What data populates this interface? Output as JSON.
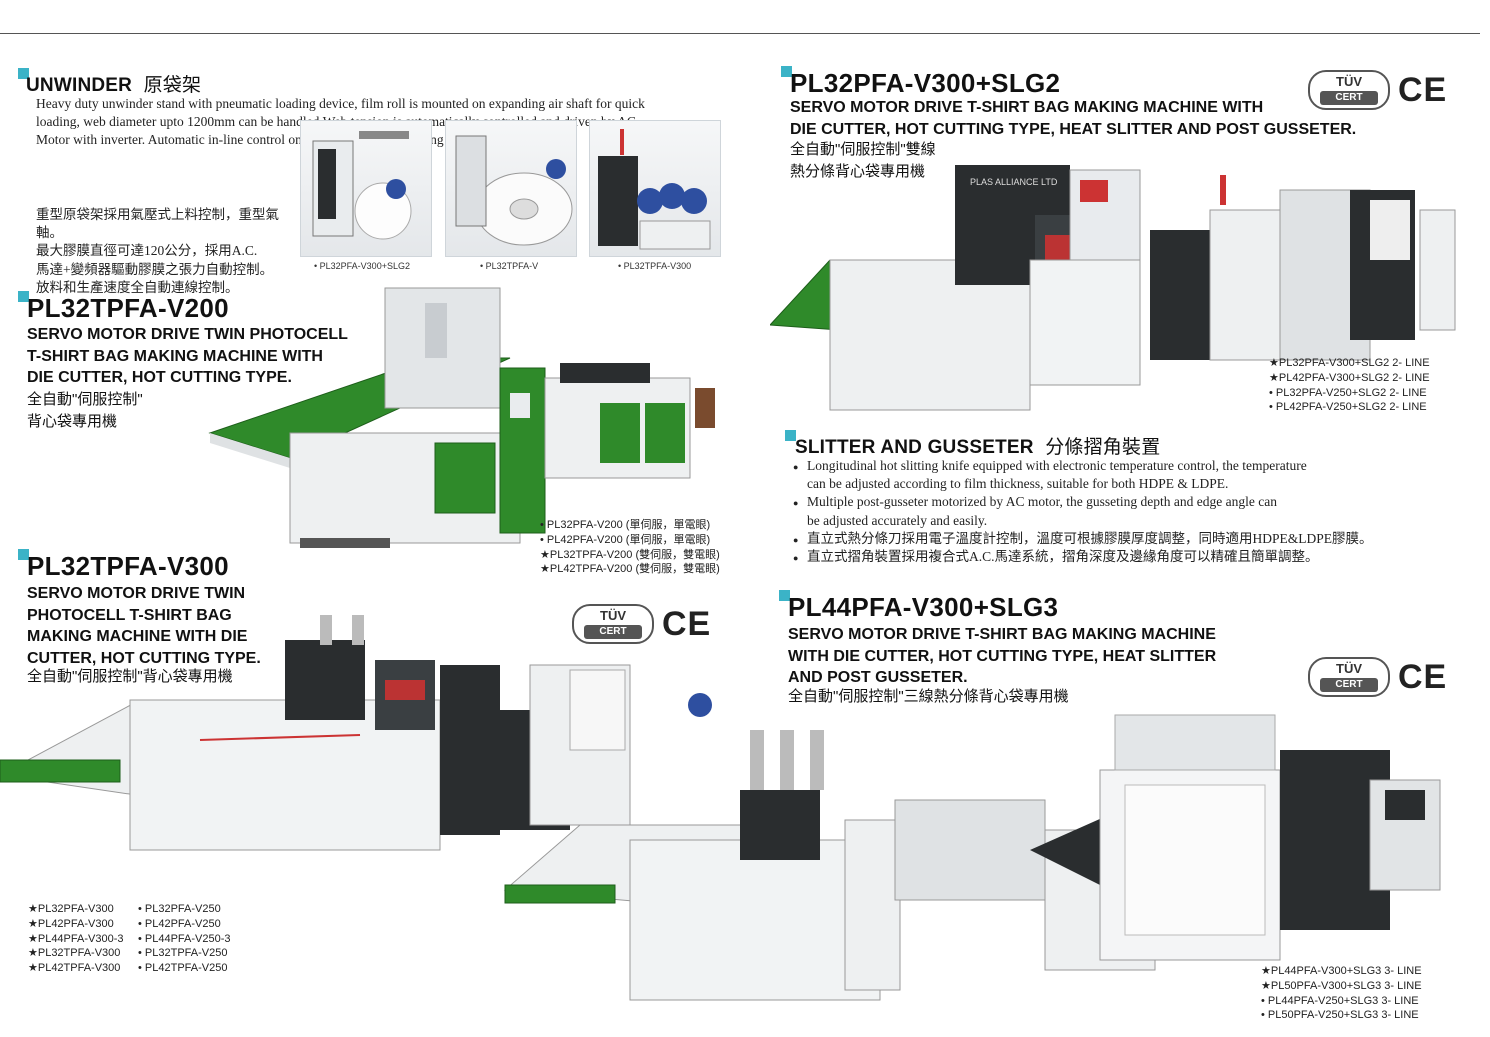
{
  "unwinder": {
    "title": "UNWINDER",
    "title_cn": "原袋架",
    "desc_en": "Heavy duty unwinder stand with pneumatic loading device, film roll is mounted on expanding air shaft for quick loading, web diameter upto 1200mm can be handled.Web tension is automatically controlled and driven by AC Motor with inverter. Automatic in-line control on unwinding & bag making speed.",
    "desc_cn": [
      "重型原袋架採用氣壓式上料控制，重型氣軸。",
      "最大膠膜直徑可達120公分，採用A.C.",
      "馬達+變頻器驅動膠膜之張力自動控制。",
      "放料和生產速度全自動連線控制。"
    ],
    "captions": [
      "• PL32PFA-V300+SLG2",
      "• PL32TPFA-V",
      "• PL32TPFA-V300"
    ]
  },
  "v200": {
    "model": "PL32TPFA-V200",
    "desc": [
      "SERVO MOTOR DRIVE TWIN PHOTOCELL",
      "T-SHIRT BAG MAKING MACHINE WITH",
      "DIE CUTTER, HOT CUTTING TYPE."
    ],
    "cn": [
      "全自動\"伺服控制\"",
      "背心袋專用機"
    ],
    "variants": [
      "• PL32PFA-V200 (單伺服，單電眼)",
      "• PL42PFA-V200 (單伺服，單電眼)",
      "★PL32TPFA-V200 (雙伺服，雙電眼)",
      "★PL42TPFA-V200 (雙伺服，雙電眼)"
    ]
  },
  "v300": {
    "model": "PL32TPFA-V300",
    "desc": [
      "SERVO MOTOR DRIVE TWIN",
      "PHOTOCELL T-SHIRT BAG",
      "MAKING MACHINE WITH DIE",
      "CUTTER, HOT CUTTING TYPE."
    ],
    "cn": "全自動\"伺服控制\"背心袋專用機",
    "variants_left": [
      "★PL32PFA-V300",
      "★PL42PFA-V300",
      "★PL44PFA-V300-3",
      "★PL32TPFA-V300",
      "★PL42TPFA-V300"
    ],
    "variants_right": [
      "• PL32PFA-V250",
      "• PL42PFA-V250",
      "• PL44PFA-V250-3",
      "• PL32TPFA-V250",
      "• PL42TPFA-V250"
    ]
  },
  "slg2": {
    "model": "PL32PFA-V300+SLG2",
    "desc": [
      "SERVO MOTOR DRIVE T-SHIRT BAG MAKING MACHINE WITH",
      "DIE CUTTER, HOT CUTTING TYPE, HEAT SLITTER AND POST GUSSETER."
    ],
    "cn": [
      "全自動\"伺服控制\"雙線",
      "熱分條背心袋專用機"
    ],
    "variants": [
      "★PL32PFA-V300+SLG2   2- LINE",
      "★PL42PFA-V300+SLG2   2- LINE",
      "• PL32PFA-V250+SLG2   2- LINE",
      "• PL42PFA-V250+SLG2   2- LINE"
    ],
    "machine_label": "PLAS ALLIANCE LTD"
  },
  "slitter": {
    "title": "SLITTER AND GUSSETER",
    "title_cn": "分條摺角裝置",
    "bullets": [
      "Longitudinal hot slitting knife equipped with electronic temperature control, the temperature",
      "can be adjusted according to film thickness, suitable for both HDPE & LDPE.",
      "Multiple post-gusseter motorized by AC motor, the gusseting depth and edge angle can",
      "be adjusted accurately and easily.",
      "直立式熱分條刀採用電子溫度計控制，溫度可根據膠膜厚度調整，同時適用HDPE&LDPE膠膜。",
      "直立式摺角裝置採用複合式A.C.馬達系統，摺角深度及邊緣角度可以精確且簡單調整。"
    ]
  },
  "slg3": {
    "model": "PL44PFA-V300+SLG3",
    "desc": [
      "SERVO MOTOR DRIVE T-SHIRT BAG MAKING MACHINE",
      "WITH DIE CUTTER, HOT CUTTING TYPE, HEAT SLITTER",
      "AND POST GUSSETER."
    ],
    "cn": "全自動\"伺服控制\"三線熱分條背心袋專用機",
    "variants": [
      "★PL44PFA-V300+SLG3   3- LINE",
      "★PL50PFA-V300+SLG3   3- LINE",
      "• PL44PFA-V250+SLG3   3- LINE",
      "• PL50PFA-V250+SLG3   3- LINE"
    ]
  },
  "cert": {
    "tuv": "TÜV",
    "tuv_sub": "CERT",
    "ce": "CE"
  },
  "colors": {
    "accent": "#3bb3c7",
    "machine_green": "#2f8a2a",
    "machine_white": "#eef0f1",
    "machine_dark": "#2a2d2f"
  }
}
